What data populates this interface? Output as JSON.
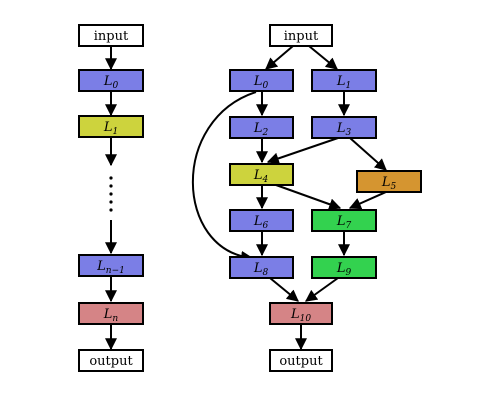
{
  "colors": {
    "blue": "#7b7ee6",
    "yellow": "#cdd33d",
    "pink": "#d58486",
    "orange": "#d59530",
    "green": "#33d24f",
    "white": "#ffffff"
  },
  "left_chain": {
    "input": "input",
    "l0": {
      "base": "L",
      "sub": "0"
    },
    "l1": {
      "base": "L",
      "sub": "1"
    },
    "ellipsis": "⋮",
    "ln1": {
      "base": "L",
      "sub": "n−1"
    },
    "ln": {
      "base": "L",
      "sub": "n"
    },
    "output": "output"
  },
  "right_graph": {
    "input": "input",
    "l0": {
      "base": "L",
      "sub": "0"
    },
    "l1": {
      "base": "L",
      "sub": "1"
    },
    "l2": {
      "base": "L",
      "sub": "2"
    },
    "l3": {
      "base": "L",
      "sub": "3"
    },
    "l4": {
      "base": "L",
      "sub": "4"
    },
    "l5": {
      "base": "L",
      "sub": "5"
    },
    "l6": {
      "base": "L",
      "sub": "6"
    },
    "l7": {
      "base": "L",
      "sub": "7"
    },
    "l8": {
      "base": "L",
      "sub": "8"
    },
    "l9": {
      "base": "L",
      "sub": "9"
    },
    "l10": {
      "base": "L",
      "sub": "10"
    },
    "output": "output"
  }
}
